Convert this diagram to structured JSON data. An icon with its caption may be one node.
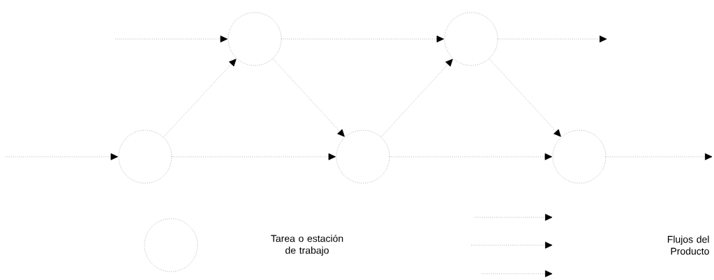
{
  "diagram": {
    "nodes": [
      {
        "text": [],
        "shape": "circle"
      },
      {
        "text": [],
        "shape": "circle"
      },
      {
        "text": [],
        "shape": "circle"
      },
      {
        "text": [],
        "shape": "circle"
      },
      {
        "text": [],
        "shape": "circle"
      }
    ],
    "edges": [
      {
        "from": null,
        "to": 0,
        "arrow": "to"
      },
      {
        "from": 2,
        "to": 0,
        "arrow": "to"
      },
      {
        "from": 0,
        "to": 1,
        "arrow": "to"
      },
      {
        "from": 0,
        "to": 3,
        "arrow": "to"
      },
      {
        "from": 3,
        "to": 1,
        "arrow": "to"
      },
      {
        "from": 1,
        "to": null,
        "arrow": "to"
      },
      {
        "from": 1,
        "to": 4,
        "arrow": "to"
      },
      {
        "from": null,
        "to": 2,
        "arrow": "to"
      },
      {
        "from": 2,
        "to": 3,
        "arrow": "to"
      },
      {
        "from": 3,
        "to": 4,
        "arrow": "to"
      },
      {
        "from": 4,
        "to": null,
        "arrow": "to"
      }
    ],
    "legend": [
      {
        "text": "Tarea o estación de trabajo"
      },
      {
        "text": "Flujos del Producto"
      }
    ]
  }
}
